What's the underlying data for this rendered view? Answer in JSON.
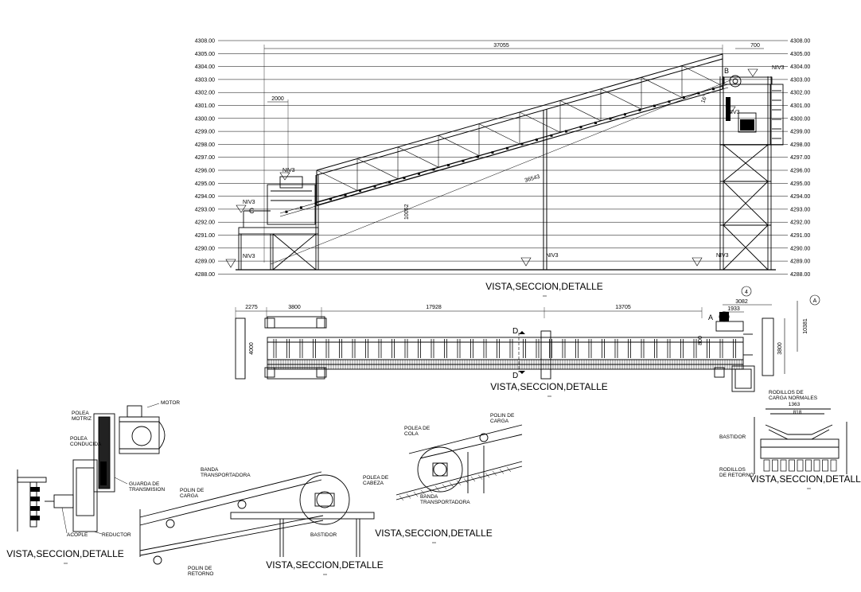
{
  "levels": [
    "4308.00",
    "4305.00",
    "4304.00",
    "4303.00",
    "4302.00",
    "4301.00",
    "4300.00",
    "4299.00",
    "4298.00",
    "4297.00",
    "4296.00",
    "4295.00",
    "4294.00",
    "4293.00",
    "4292.00",
    "4291.00",
    "4290.00",
    "4289.00",
    "4288.00"
  ],
  "elevation": {
    "title": "VISTA,SECCION,DETALLE",
    "dims": {
      "overall": "37055",
      "right": "700",
      "left": "2000",
      "slope": "36543",
      "height": "10052",
      "angle": "16°"
    },
    "nivel_label": "NIV3",
    "markers": {
      "b": "B",
      "c": "C"
    }
  },
  "plan": {
    "title": "VISTA,SECCION,DETALLE",
    "dims": {
      "d1": "2275",
      "d2": "3800",
      "d3": "17928",
      "d4": "13705",
      "d5": "3082",
      "d6": "1933",
      "d7": "10381",
      "d8": "3800",
      "d9": "4000",
      "d10": "800"
    },
    "markers": {
      "a": "A",
      "d_top": "D",
      "d_bot": "D",
      "axis4": "4",
      "axisA": "A"
    }
  },
  "drive": {
    "title": "VISTA,SECCION,DETALLE",
    "labels": {
      "motor": "MOTOR",
      "polea_motriz": "POLEA\nMOTRIZ",
      "polea_conducida": "POLEA\nCONDUCIDA",
      "guarda": "GUARDA DE\nTRANSMISION",
      "acople": "ACOPLE",
      "reductor": "REDUCTOR"
    }
  },
  "head": {
    "title": "VISTA,SECCION,DETALLE",
    "labels": {
      "banda": "BANDA\nTRANSPORTADORA",
      "polin_carga": "POLIN DE\nCARGA",
      "polea_cabeza": "POLEA DE\nCABEZA",
      "bastidor": "BASTIDOR",
      "polin_retorno": "POLIN DE\nRETORNO"
    }
  },
  "tail": {
    "title": "VISTA,SECCION,DETALLE",
    "labels": {
      "polea_cola": "POLEA DE\nCOLA",
      "polin_carga": "POLIN DE\nCARGA",
      "banda": "BANDA\nTRANSPORTADORA"
    }
  },
  "idler": {
    "title": "VISTA,SECCION,DETALLE",
    "labels": {
      "rodillos_carga": "RODILLOS DE\nCARGA NORMALES",
      "bastidor": "BASTIDOR",
      "rodillos_retorno": "RODILLOS\nDE RETORNO"
    },
    "dims": {
      "w1": "1363",
      "w2": "818"
    }
  }
}
